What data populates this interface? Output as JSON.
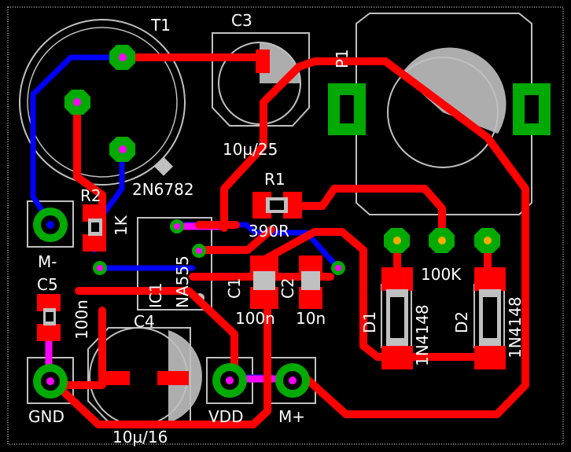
{
  "board": {
    "colors": {
      "background": "#000000",
      "top_copper": "#ff0000",
      "bottom_copper": "#0000ff",
      "pad_copper": "#00aa00",
      "silkscreen": "#c0c0c0",
      "text": "#ffffff",
      "via": "#ff00ff",
      "drill": "#ffff00"
    },
    "labels": {
      "t1": "T1",
      "t1_part": "2N6782",
      "c3": "C3",
      "c3_value": "10µ/25",
      "p1": "P1",
      "p1_value": "100K",
      "r1": "R1",
      "r1_value": "390R",
      "r2": "R2",
      "r2_value": "1K",
      "ic1": "IC1",
      "ic1_part": "NA555",
      "c1": "C1",
      "c1_value": "100n",
      "c2": "C2",
      "c2_value": "10n",
      "c4": "C4",
      "c4_value": "10µ/16",
      "c5": "C5",
      "c5_value": "100n",
      "d1": "D1",
      "d1_part": "1N4148",
      "d2": "D2",
      "d2_part": "1N4148",
      "m_minus": "M-",
      "m_plus": "M+",
      "gnd": "GND",
      "vdd": "VDD"
    }
  }
}
